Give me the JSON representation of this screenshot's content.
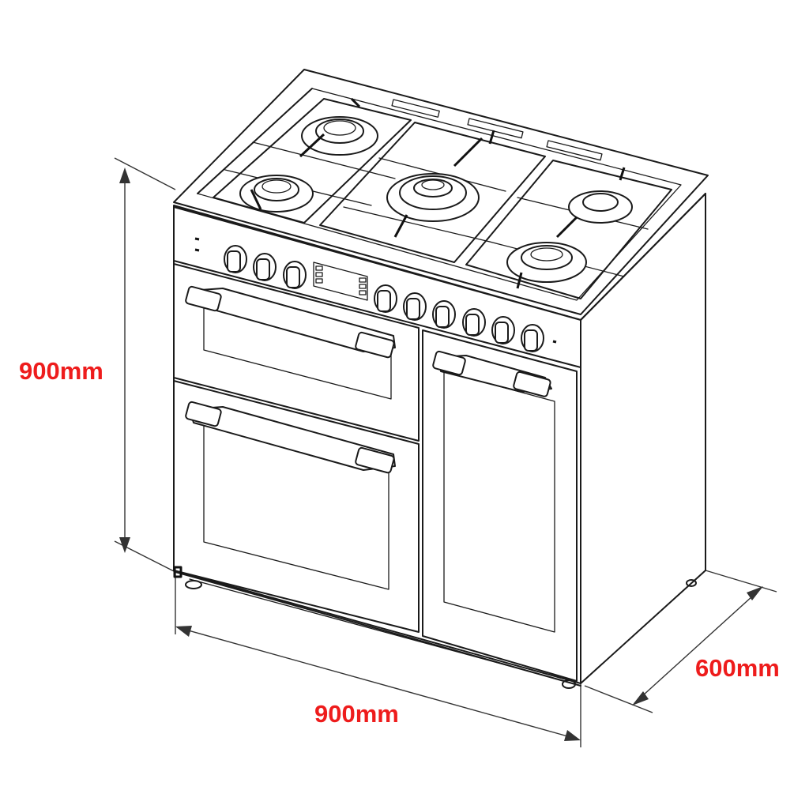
{
  "figure": {
    "subject": "Range cooker with 5 gas burners, double oven and side oven",
    "dimensions": {
      "height": "900mm",
      "width": "900mm",
      "depth": "600mm"
    },
    "label_color": "#ee1c1c",
    "line_color": "#1a1a1a",
    "components": {
      "burners": 5,
      "control_knobs": 9,
      "display": "timer display panel",
      "oven_doors": 3
    }
  }
}
